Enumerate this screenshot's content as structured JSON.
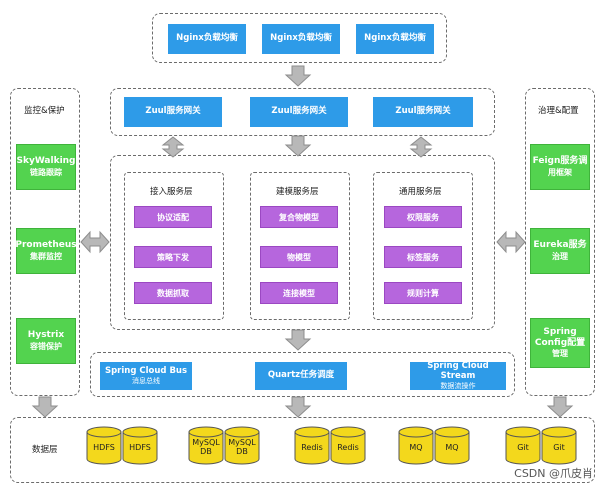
{
  "nginx": [
    "Nginx负载均衡",
    "Nginx负载均衡",
    "Nginx负载均衡"
  ],
  "zuul": [
    "Zuul服务网关",
    "Zuul服务网关",
    "Zuul服务网关"
  ],
  "monitor": {
    "title": "监控&保护",
    "items": [
      {
        "line1": "SkyWalking",
        "line2": "链路跟踪"
      },
      {
        "line1": "Prometheus",
        "line2": "集群监控"
      },
      {
        "line1": "Hystrix",
        "line2": "容错保护"
      }
    ]
  },
  "governance": {
    "title": "治理&配置",
    "items": [
      {
        "line1": "Feign服务调",
        "line2": "用框架"
      },
      {
        "line1": "Eureka服务",
        "line2": "治理"
      },
      {
        "line1": "Spring",
        "line2": "Config配置",
        "line3": "管理"
      }
    ]
  },
  "layers": [
    {
      "title": "接入服务层",
      "items": [
        "协议适配",
        "策略下发",
        "数据抓取"
      ]
    },
    {
      "title": "建模服务层",
      "items": [
        "复合物模型",
        "物模型",
        "连接模型"
      ]
    },
    {
      "title": "通用服务层",
      "items": [
        "权限服务",
        "标签服务",
        "规则计算"
      ]
    }
  ],
  "middleware": [
    {
      "line1": "Spring Cloud Bus",
      "line2": "消息总线"
    },
    {
      "line1": "Quartz任务调度",
      "line2": ""
    },
    {
      "line1": "Spring Cloud Stream",
      "line2": "数据流操作"
    }
  ],
  "data_layer": {
    "title": "数据层",
    "stores": [
      [
        "HDFS",
        "HDFS"
      ],
      [
        "MySQL\nDB",
        "MySQL\nDB"
      ],
      [
        "Redis",
        "Redis"
      ],
      [
        "MQ",
        "MQ"
      ],
      [
        "Git",
        "Git"
      ]
    ]
  },
  "watermark": "CSDN @爪皮肖",
  "colors": {
    "blue": "#2e9be8",
    "green": "#53d34f",
    "purple": "#b666dd",
    "cylinder": "#f3d81c",
    "arrow": "#b8b8b8"
  }
}
